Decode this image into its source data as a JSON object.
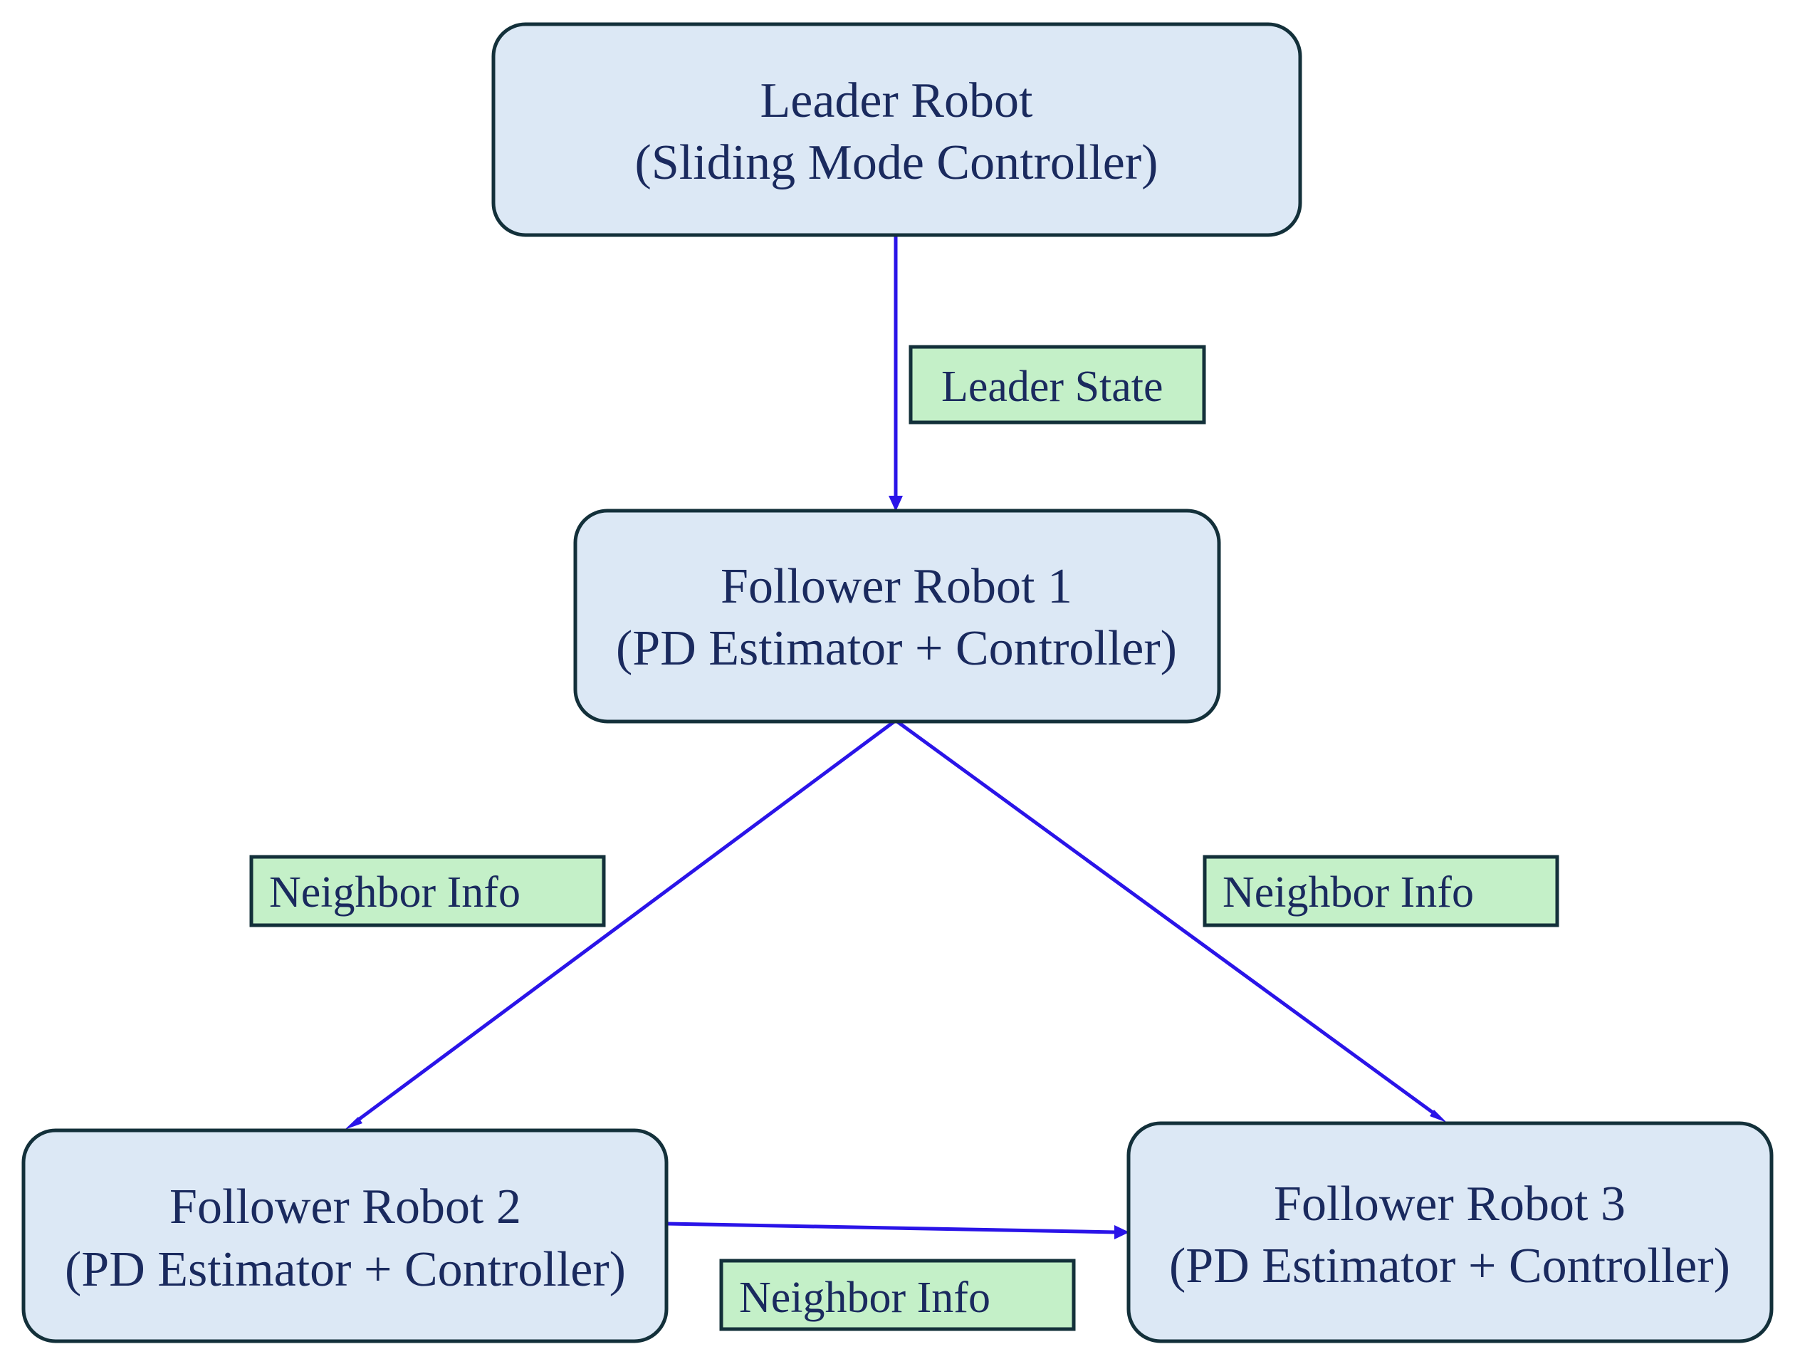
{
  "nodes": {
    "leader": {
      "line1": "Leader Robot",
      "line2": "(Sliding Mode Controller)"
    },
    "follower1": {
      "line1": "Follower Robot 1",
      "line2": "(PD Estimator + Controller)"
    },
    "follower2": {
      "line1": "Follower Robot 2",
      "line2": "(PD Estimator + Controller)"
    },
    "follower3": {
      "line1": "Follower Robot 3",
      "line2": "(PD Estimator + Controller)"
    }
  },
  "edge_labels": {
    "leader_to_f1": "Leader State",
    "f1_to_f2": "Neighbor Info",
    "f1_to_f3": "Neighbor Info",
    "f2_to_f3": "Neighbor Info"
  },
  "colors": {
    "node_fill": "#dce8f5",
    "label_fill": "#c4f0c8",
    "edge": "#2a14e8",
    "border": "#13303a",
    "text": "#1a2a5e"
  }
}
